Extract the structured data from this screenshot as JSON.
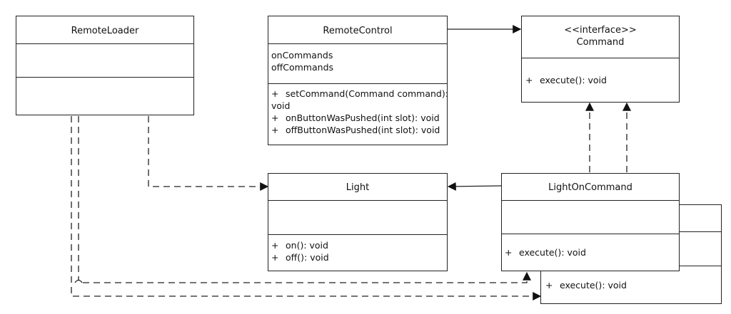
{
  "classes": {
    "remote_loader": {
      "name": "RemoteLoader"
    },
    "remote_control": {
      "name": "RemoteControl",
      "attributes": [
        "onCommands",
        "offCommands"
      ],
      "methods": [
        "setCommand(Command command):",
        "void",
        "onButtonWasPushed(int slot): void",
        "offButtonWasPushed(int slot): void"
      ]
    },
    "command": {
      "stereotype": "<<interface>>",
      "name": "Command",
      "methods": [
        "execute(): void"
      ]
    },
    "light": {
      "name": "Light",
      "methods": [
        "on(): void",
        "off(): void"
      ]
    },
    "light_on_command": {
      "name": "LightOnCommand",
      "methods": [
        "execute(): void"
      ]
    },
    "light_off_command": {
      "methods": [
        "execute(): void"
      ]
    }
  },
  "symbols": {
    "plus": "+"
  }
}
